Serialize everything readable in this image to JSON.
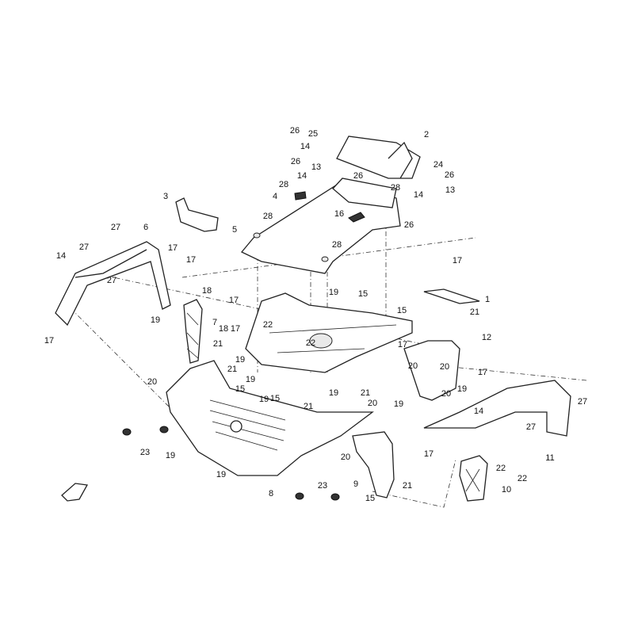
{
  "diagram": {
    "type": "exploded parts diagram",
    "callouts": [
      "26",
      "25",
      "14",
      "26",
      "13",
      "2",
      "24",
      "26",
      "14",
      "26",
      "28",
      "28",
      "4",
      "14",
      "13",
      "16",
      "26",
      "28",
      "5",
      "28",
      "3",
      "17",
      "17",
      "27",
      "6",
      "27",
      "14",
      "27",
      "17",
      "18",
      "17",
      "19",
      "15",
      "15",
      "17",
      "1",
      "21",
      "12",
      "19",
      "7",
      "18",
      "17",
      "22",
      "22",
      "21",
      "19",
      "21",
      "19",
      "17",
      "20",
      "20",
      "20",
      "19",
      "17",
      "14",
      "20",
      "15",
      "15",
      "19",
      "19",
      "21",
      "19",
      "21",
      "20",
      "27",
      "27",
      "11",
      "23",
      "19",
      "8",
      "19",
      "20",
      "17",
      "22",
      "22",
      "21",
      "9",
      "15",
      "23",
      "10"
    ]
  }
}
